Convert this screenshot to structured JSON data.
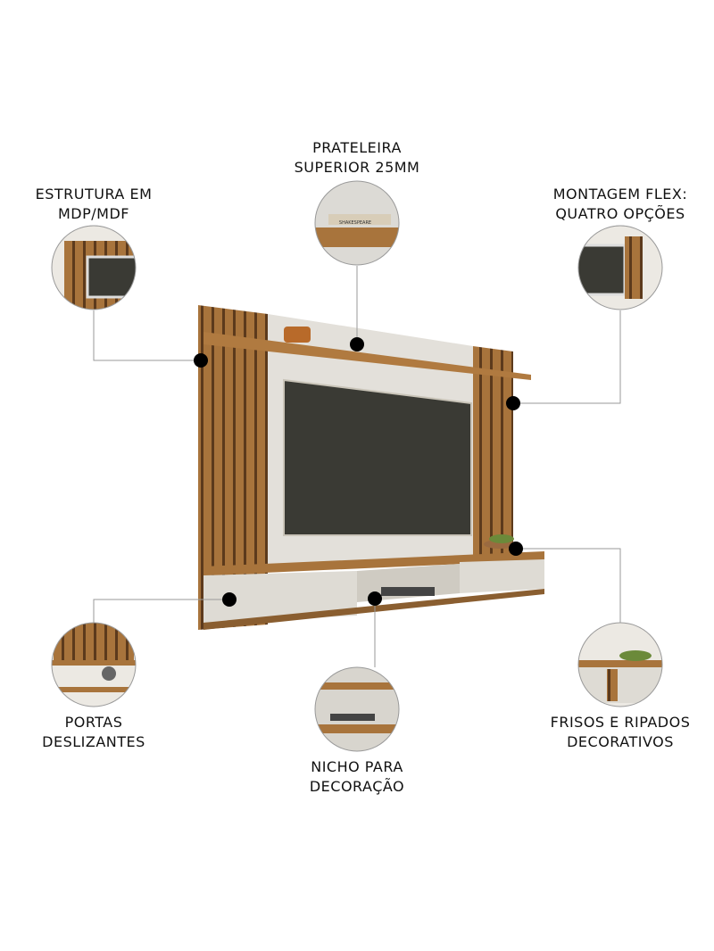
{
  "callouts": [
    {
      "id": "structure",
      "lines": [
        "ESTRUTURA EM",
        "MDP/MDF"
      ]
    },
    {
      "id": "shelf",
      "lines": [
        "PRATELEIRA",
        "SUPERIOR 25MM"
      ]
    },
    {
      "id": "mounting",
      "lines": [
        "MONTAGEM FLEX:",
        "QUATRO OPÇÕES"
      ]
    },
    {
      "id": "doors",
      "lines": [
        "PORTAS",
        "DESLIZANTES"
      ]
    },
    {
      "id": "niche",
      "lines": [
        "NICHO PARA",
        "DECORAÇÃO"
      ]
    },
    {
      "id": "slats",
      "lines": [
        "FRISOS E RIPADOS",
        "DECORATIVOS"
      ]
    }
  ],
  "book_label": "SHAKESPEARE",
  "colors": {
    "wood": "#a8743c",
    "wood_dark": "#6e4622",
    "panel": "#e3e0da",
    "tv": "#3a3a34",
    "dot": "#000000",
    "line": "#9a9a9a"
  }
}
